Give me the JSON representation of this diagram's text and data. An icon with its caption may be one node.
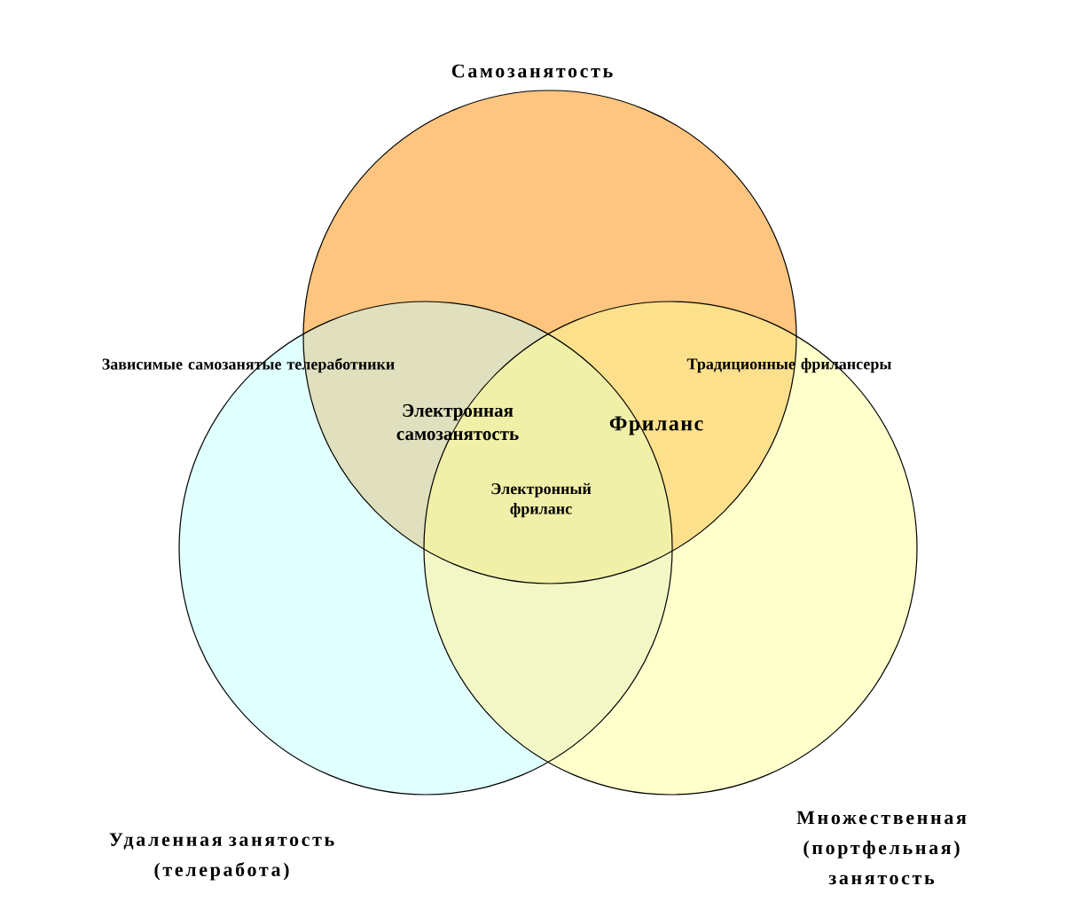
{
  "diagram": {
    "nodes": [
      {
        "text": [
          "Самозанятость"
        ]
      },
      {
        "text": [
          "Удаленная занятость (телеработа)"
        ]
      },
      {
        "text": [
          "Множественная (портфельная) занятость"
        ]
      }
    ],
    "labels": [
      "Зависимые самозанятые телеработники",
      "Традиционные фрилансеры",
      "Электронная самозанятость",
      "Фриланс",
      "Электронный фриланс"
    ]
  }
}
